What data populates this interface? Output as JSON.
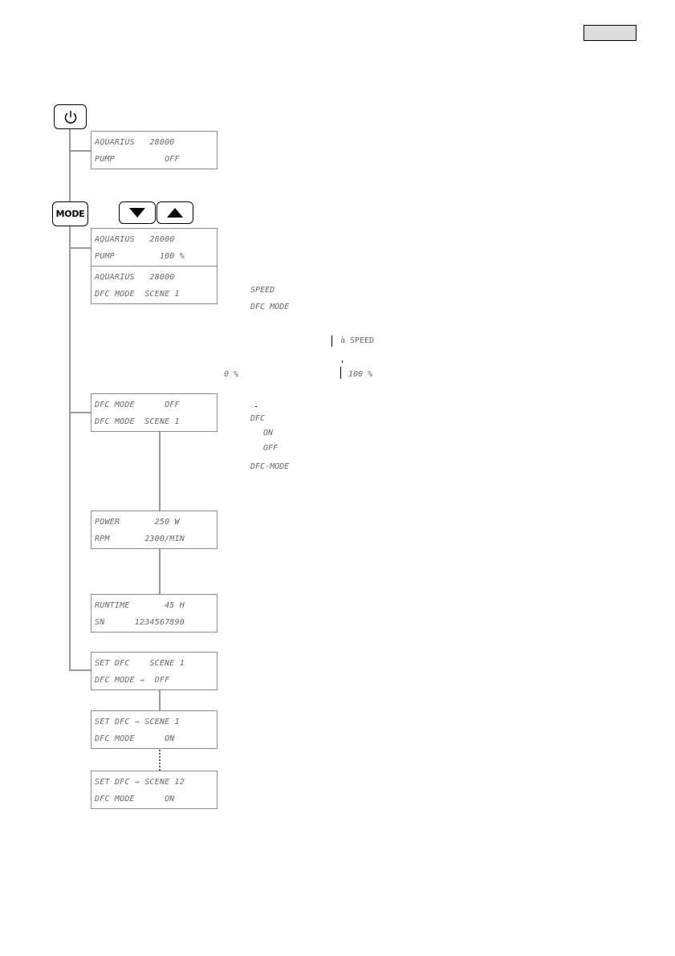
{
  "buttons": {
    "power": {
      "icon": "power-icon"
    },
    "mode": {
      "label": "MODE"
    },
    "down": {
      "icon": "triangle-down-icon"
    },
    "up": {
      "icon": "triangle-up-icon"
    }
  },
  "displays": {
    "startup": {
      "line1": "AQUARIUS   28000",
      "line2": "PUMP          OFF"
    },
    "pump": {
      "line1": "AQUARIUS   28000",
      "line2": "PUMP         100 %"
    },
    "dfc_scene": {
      "line1": "AQUARIUS   28000",
      "line2": "DFC MODE  SCENE 1"
    },
    "dfc_mode": {
      "line1": "DFC MODE      OFF",
      "line2": "DFC MODE  SCENE 1"
    },
    "power": {
      "line1": "POWER       250 W",
      "line2": "RPM       2300/MIN"
    },
    "runtime": {
      "line1": "RUNTIME       45 H",
      "line2": "SN      1234567890"
    },
    "set_dfc_off": {
      "line1": "SET DFC    SCENE 1",
      "line2": "DFC MODE ⇾  OFF"
    },
    "set_dfc_on": {
      "line1": "SET DFC ⇾ SCENE 1",
      "line2": "DFC MODE      ON"
    },
    "set_dfc_12": {
      "line1": "SET DFC ⇾ SCENE 12",
      "line2": "DFC MODE      ON"
    }
  },
  "notes": {
    "speed": "SPEED",
    "dfc_mode": "DFC MODE",
    "arrow_speed": "à SPEED",
    "zero_percent": "0 %",
    "hundred_percent": "100 %",
    "dfc": "DFC",
    "on": "ON",
    "off": "OFF",
    "dfc_mode_dash": "DFC-MODE"
  }
}
